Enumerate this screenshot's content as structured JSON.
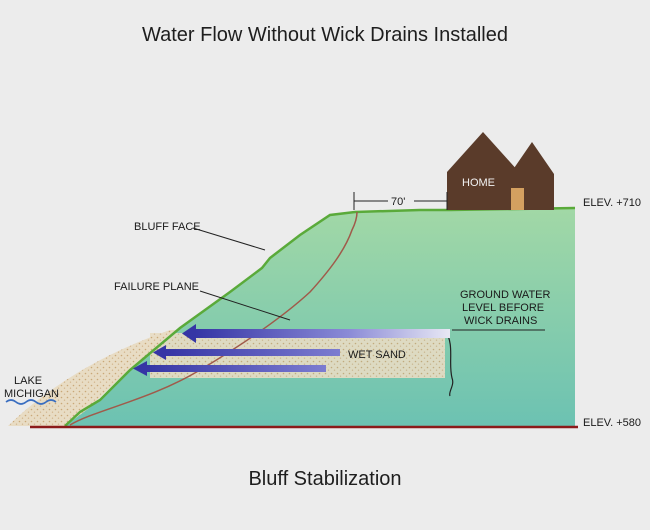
{
  "title": "Water Flow Without Wick Drains Installed",
  "caption": "Bluff Stabilization",
  "labels": {
    "home": "HOME",
    "distance": "70'",
    "elev_top": "ELEV. +710",
    "elev_bottom": "ELEV. +580",
    "bluff_face": "BLUFF FACE",
    "failure_plane": "FAILURE PLANE",
    "groundwater": [
      "GROUND WATER",
      "LEVEL BEFORE",
      "WICK DRAINS"
    ],
    "wet_sand": "WET  SAND",
    "lake": [
      "LAKE",
      "MICHIGAN"
    ]
  },
  "colors": {
    "background": "#ececec",
    "ground": "#7fc8a2",
    "bluff_outline": "#5aaa3a",
    "sand": "#e6d8bd",
    "arrow": "#3a3aa8",
    "failure_plane": "#a05a4a",
    "house": "#5a3b2a",
    "door": "#d4a060",
    "baseline": "#8b1a1a"
  }
}
